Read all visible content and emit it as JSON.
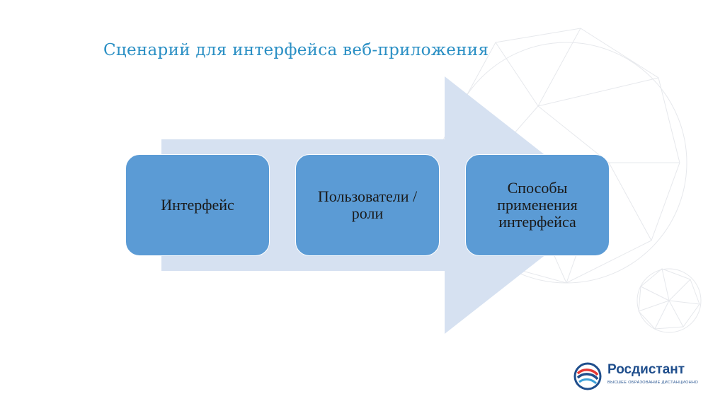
{
  "slide": {
    "title": "Сценарий для интерфейса веб-приложения"
  },
  "process": {
    "steps": [
      {
        "label": "Интерфейс"
      },
      {
        "label": "Пользователи / роли"
      },
      {
        "label": "Способы применения интерфейса"
      }
    ]
  },
  "logo": {
    "name": "Росдистант",
    "tagline": "ВЫСШЕЕ ОБРАЗОВАНИЕ ДИСТАНЦИОННО",
    "icon": "rosdistant-logo-icon"
  },
  "colors": {
    "title": "#2a8fc4",
    "box_fill": "#5b9bd5",
    "arrow_fill": "#d6e1f1",
    "logo_text": "#1f4e8c"
  }
}
